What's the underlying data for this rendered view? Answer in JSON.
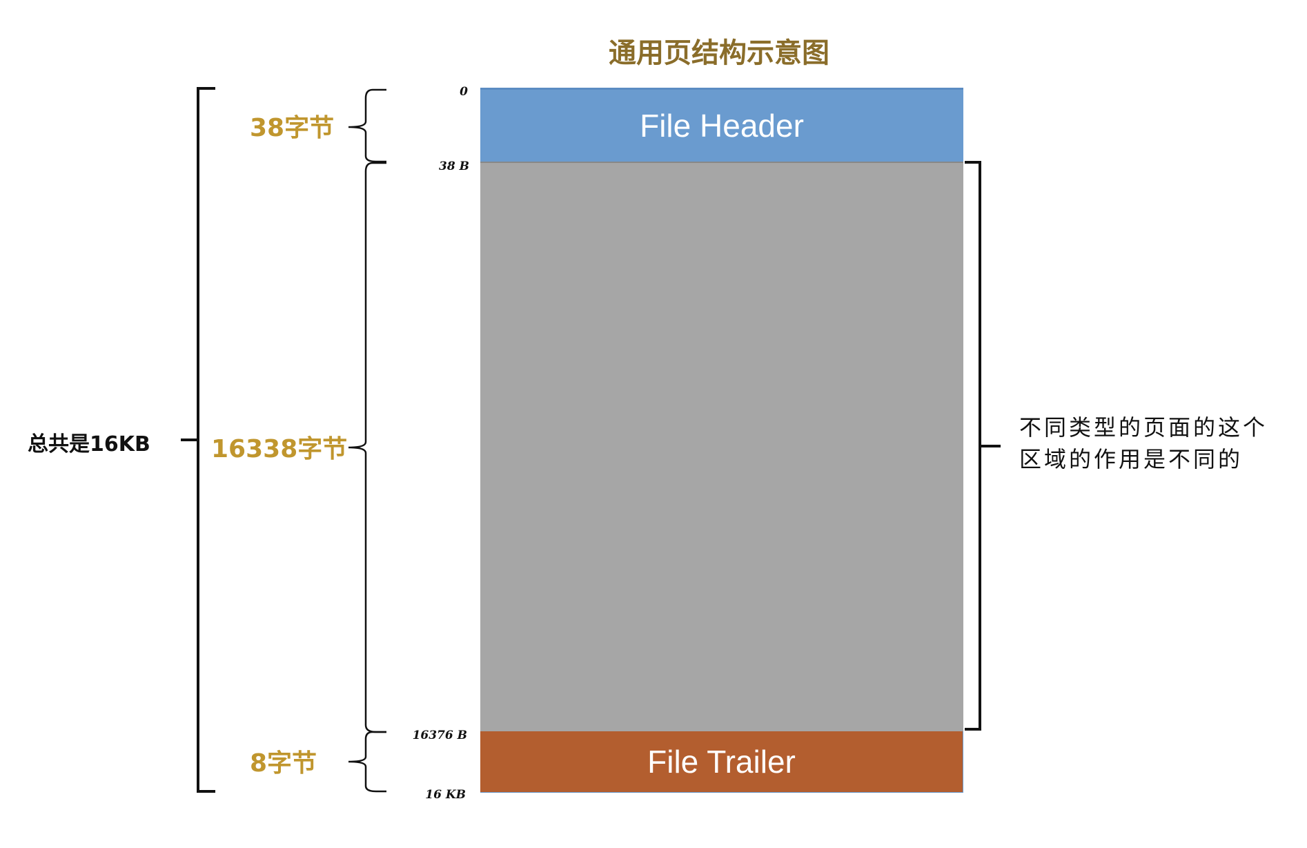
{
  "title": "通用页结构示意图",
  "blocks": {
    "header": "File Header",
    "body": "",
    "trailer": "File Trailer"
  },
  "offsets": {
    "start": "0",
    "header_end": "38 B",
    "trailer_start": "16376 B",
    "end": "16 KB"
  },
  "sizes": {
    "header": "38字节",
    "body": "16338字节",
    "trailer": "8字节",
    "total": "总共是16KB"
  },
  "note": {
    "line1": "不同类型的页面的这个",
    "line2": "区域的作用是不同的"
  },
  "colors": {
    "header": "#6a9bcf",
    "body": "#a6a6a6",
    "trailer": "#b35e2f",
    "size_label": "#c0962e",
    "title": "#8a6d2a"
  }
}
